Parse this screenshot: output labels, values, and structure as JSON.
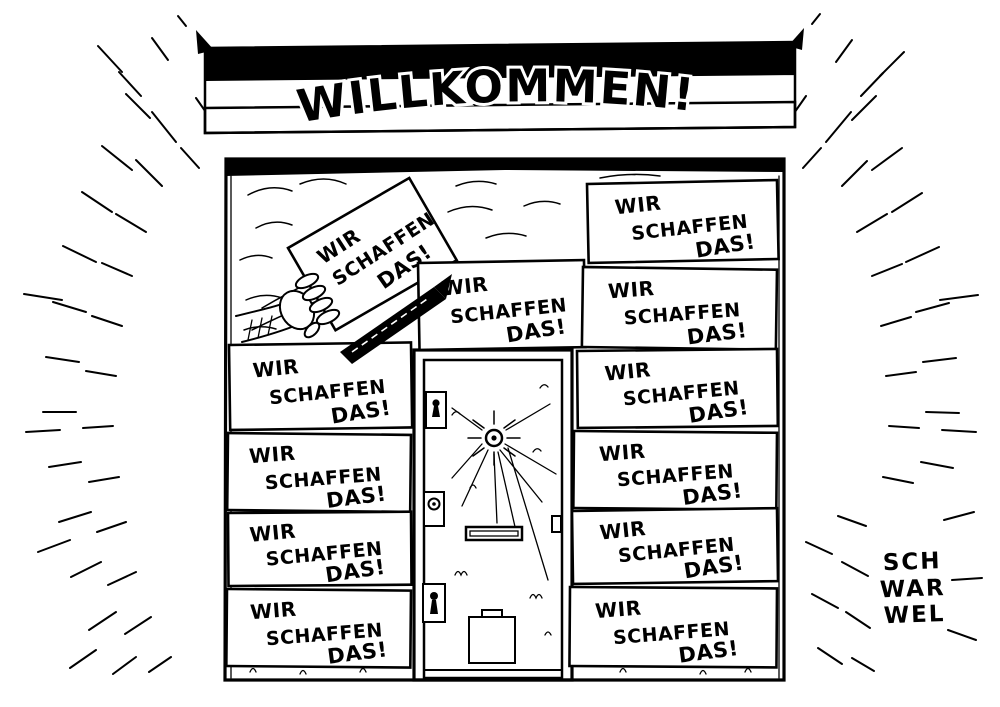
{
  "cartoon": {
    "banner": {
      "text": "WILLKOMMEN!"
    },
    "slogan": {
      "line1": "WIR",
      "line2": "SCHAFFEN",
      "line3": "DAS!"
    },
    "signature": {
      "line1": "SCH",
      "line2": "WAR",
      "line3": "WEL"
    },
    "colors": {
      "ink": "#000000",
      "paper": "#ffffff"
    }
  }
}
